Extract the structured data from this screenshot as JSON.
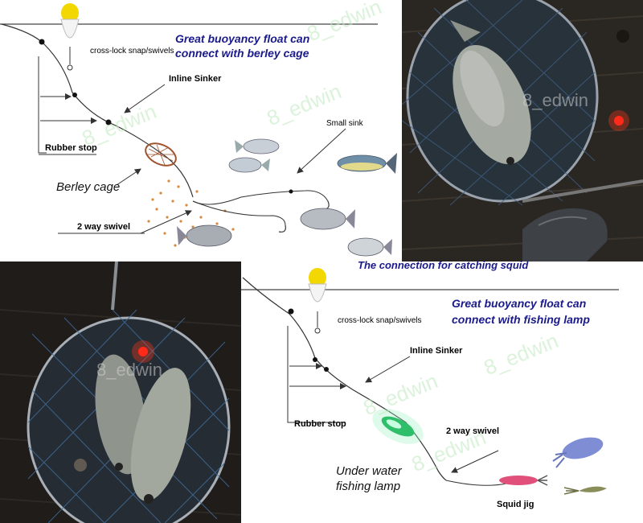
{
  "top_left": {
    "headline_line1": "Great buoyancy float can",
    "headline_line2": "connect with berley cage",
    "snap_label": "cross-lock snap/swivels",
    "sinker_label": "Inline Sinker",
    "small_sink_label": "Small sink",
    "rubber_stop_label": "Rubber stop",
    "berley_label": "Berley cage",
    "swivel_label": "2 way swivel",
    "watermark": "8_edwin"
  },
  "top_right": {
    "watermark": "8_edwin"
  },
  "bottom_left": {
    "watermark": "8_edwin"
  },
  "bottom_right": {
    "title": "The connection for catching squid",
    "headline_line1": "Great buoyancy float can",
    "headline_line2": "connect with fishing lamp",
    "snap_label": "cross-lock snap/swivels",
    "sinker_label": "Inline Sinker",
    "rubber_stop_label": "Rubber stop",
    "swivel_label": "2 way swivel",
    "lamp_label_line1": "Under water",
    "lamp_label_line2": "fishing lamp",
    "jig_label": "Squid jig",
    "watermark": "8_edwin"
  },
  "colors": {
    "headline": "#1a1a8a",
    "float_yellow": "#f2d800",
    "berley_dots": "#d98a40",
    "lamp_green": "#2fbf6a",
    "jig_pink": "#e0507a",
    "led_red": "#ff2a1a"
  }
}
